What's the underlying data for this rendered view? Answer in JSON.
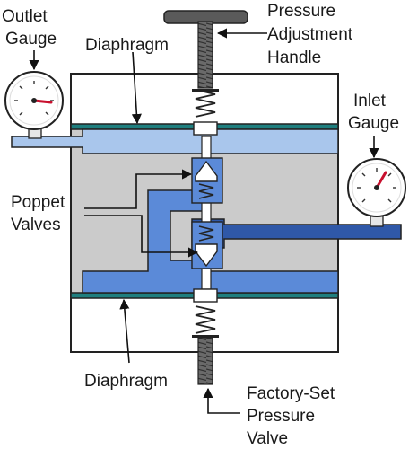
{
  "labels": {
    "outlet_gauge": [
      "Outlet",
      "Gauge"
    ],
    "diaphragm_top": "Diaphragm",
    "pressure_adjustment_handle": [
      "Pressure",
      "Adjustment",
      "Handle"
    ],
    "inlet_gauge": [
      "Inlet",
      "Gauge"
    ],
    "poppet_valves": [
      "Poppet",
      "Valves"
    ],
    "diaphragm_bottom": "Diaphragm",
    "factory_set_pressure_valve": [
      "Factory-Set",
      "Pressure",
      "Valve"
    ]
  },
  "colors": {
    "body_fill": "#cbcbcb",
    "outline": "#222222",
    "low_pressure_fill": "#a9c6ec",
    "mid_pressure_fill": "#5b8ad8",
    "high_pressure_fill": "#2f58a8",
    "diaphragm": "#1f7f7f",
    "needle": "#c8102e",
    "screw": "#6a6a6a"
  }
}
